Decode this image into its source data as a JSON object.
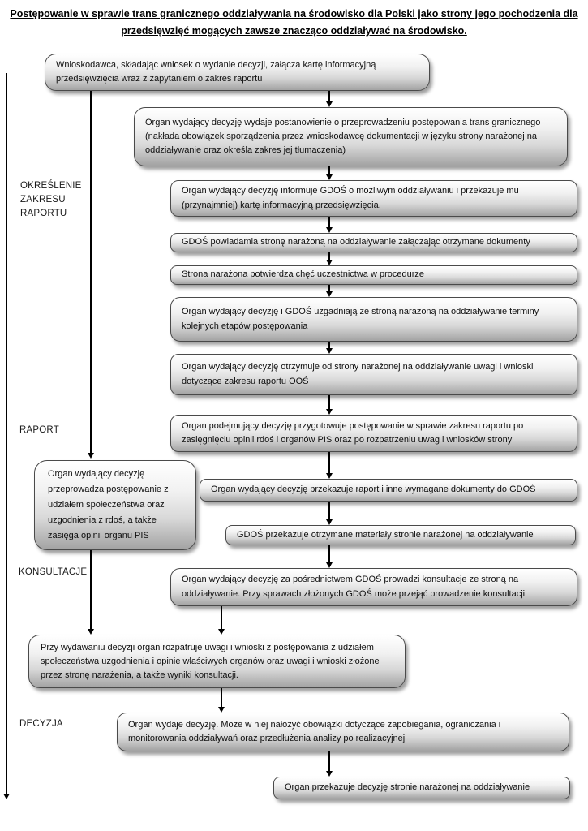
{
  "title": {
    "line1": "Postępowanie w sprawie trans granicznego oddziaływania na środowisko dla Polski jako strony jego pochodzenia dla",
    "line2": "przedsięwzięć mogących zawsze znacząco oddziaływać na środowisko."
  },
  "stages": {
    "okreslenie": {
      "line1": "OKREŚLENIE",
      "line2": "ZAKRESU",
      "line3": "RAPORTU"
    },
    "raport": "RAPORT",
    "konsultacje": "KONSULTACJE",
    "decyzja": "DECYZJA"
  },
  "boxes": {
    "b1": "Wnioskodawca, składając wniosek o wydanie decyzji, załącza kartę informacyjną przedsięwzięcia wraz z zapytaniem o zakres raportu",
    "b2": "Organ wydający decyzję wydaje postanowienie o przeprowadzeniu postępowania trans granicznego (nakłada obowiązek sporządzenia przez wnioskodawcę dokumentacji w  języku strony narażonej na oddziaływanie oraz określa zakres jej tłumaczenia)",
    "b3": "Organ wydający decyzję informuje GDOŚ o możliwym oddziaływaniu i przekazuje mu (przynajmniej) kartę informacyjną przedsięwzięcia.",
    "b4": "GDOŚ powiadamia stronę narażoną na oddziaływanie załączając otrzymane dokumenty",
    "b5": "Strona narażona potwierdza chęć uczestnictwa w procedurze",
    "b6": "Organ wydający decyzję i GDOŚ uzgadniają ze stroną narażoną na oddziaływanie terminy kolejnych  etapów postępowania",
    "b7": "Organ wydający decyzję otrzymuje od strony narażonej na oddziaływanie uwagi i wnioski dotyczące zakresu raportu OOŚ",
    "b8": "Organ podejmujący decyzję przygotowuje postępowanie w sprawie zakresu raportu po zasięgnięciu opinii rdoś i organów PIS oraz po rozpatrzeniu uwag i wniosków strony",
    "bL": "Organ wydający decyzję przeprowadza postępowanie z udziałem społeczeństwa  oraz uzgodnienia z rdoś, a także zasięga opinii organu PIS",
    "b9": "Organ wydający decyzję przekazuje raport i inne wymagane dokumenty do GDOŚ",
    "b10": "GDOŚ przekazuje otrzymane materiały stronie narażonej na oddziaływanie",
    "b11": "Organ wydający decyzję za pośrednictwem GDOŚ prowadzi konsultacje ze stroną na oddziaływanie. Przy sprawach złożonych GDOŚ może przejąć prowadzenie konsultacji",
    "b12": "Przy wydawaniu decyzji  organ rozpatruje uwagi i wnioski z postępowania z udziałem społeczeństwa uzgodnienia i opinie właściwych organów oraz uwagi i wnioski złożone przez stronę narażenia, a także wyniki konsultacji.",
    "b13": "Organ wydaje decyzję. Może w niej nałożyć obowiązki dotyczące zapobiegania, ograniczania i monitorowania oddziaływań oraz przedłużenia analizy po realizacyjnej",
    "b14": "Organ przekazuje decyzję stronie narażonej na oddziaływanie"
  },
  "colors": {
    "box_border": "#4a4a4a",
    "box_fill_top": "#ffffff",
    "box_fill_bottom": "#a3a3a3",
    "arrow": "#000000",
    "text": "#0f0f0f"
  }
}
